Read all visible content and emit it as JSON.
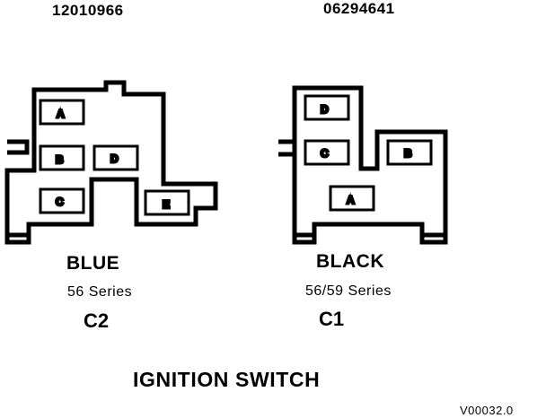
{
  "left_connector": {
    "part_number": "12010966",
    "color": "BLUE",
    "series": "56 Series",
    "connector_id": "C2",
    "terminals": [
      "A",
      "B",
      "D",
      "C",
      "E"
    ]
  },
  "right_connector": {
    "part_number": "06294641",
    "color": "BLACK",
    "series": "56/59 Series",
    "connector_id": "C1",
    "terminals": [
      "D",
      "C",
      "B",
      "A"
    ]
  },
  "title": "IGNITION SWITCH",
  "figure_code": "V00032.0"
}
